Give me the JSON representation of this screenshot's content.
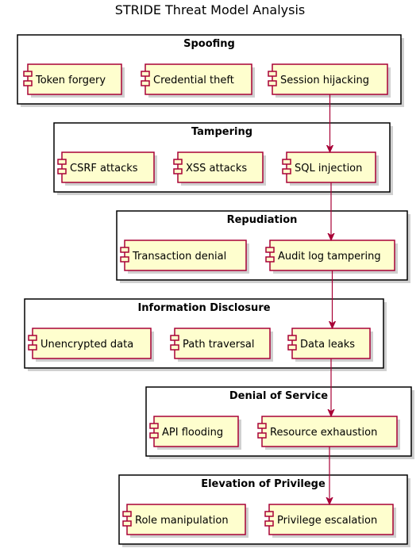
{
  "title": "STRIDE Threat Model Analysis",
  "colors": {
    "component_fill": "#FEFECE",
    "component_border": "#A80036",
    "package_border": "#000000",
    "arrow": "#A80036",
    "shadow": "#B0B0B0"
  },
  "packages": [
    {
      "id": "spoofing",
      "title": "Spoofing",
      "components": [
        {
          "id": "token-forgery",
          "label": "Token forgery"
        },
        {
          "id": "credential-theft",
          "label": "Credential theft"
        },
        {
          "id": "session-hijacking",
          "label": "Session hijacking"
        }
      ]
    },
    {
      "id": "tampering",
      "title": "Tampering",
      "components": [
        {
          "id": "csrf-attacks",
          "label": "CSRF attacks"
        },
        {
          "id": "xss-attacks",
          "label": "XSS attacks"
        },
        {
          "id": "sql-injection",
          "label": "SQL injection"
        }
      ]
    },
    {
      "id": "repudiation",
      "title": "Repudiation",
      "components": [
        {
          "id": "transaction-denial",
          "label": "Transaction denial"
        },
        {
          "id": "audit-log-tampering",
          "label": "Audit log tampering"
        }
      ]
    },
    {
      "id": "information-disclosure",
      "title": "Information Disclosure",
      "components": [
        {
          "id": "unencrypted-data",
          "label": "Unencrypted data"
        },
        {
          "id": "path-traversal",
          "label": "Path traversal"
        },
        {
          "id": "data-leaks",
          "label": "Data leaks"
        }
      ]
    },
    {
      "id": "denial-of-service",
      "title": "Denial of Service",
      "components": [
        {
          "id": "api-flooding",
          "label": "API flooding"
        },
        {
          "id": "resource-exhaustion",
          "label": "Resource exhaustion"
        }
      ]
    },
    {
      "id": "elevation-of-privilege",
      "title": "Elevation of Privilege",
      "components": [
        {
          "id": "role-manipulation",
          "label": "Role manipulation"
        },
        {
          "id": "privilege-escalation",
          "label": "Privilege escalation"
        }
      ]
    }
  ],
  "edges": [
    {
      "from": "session-hijacking",
      "to": "sql-injection"
    },
    {
      "from": "sql-injection",
      "to": "audit-log-tampering"
    },
    {
      "from": "audit-log-tampering",
      "to": "data-leaks"
    },
    {
      "from": "data-leaks",
      "to": "resource-exhaustion"
    },
    {
      "from": "resource-exhaustion",
      "to": "privilege-escalation"
    }
  ]
}
